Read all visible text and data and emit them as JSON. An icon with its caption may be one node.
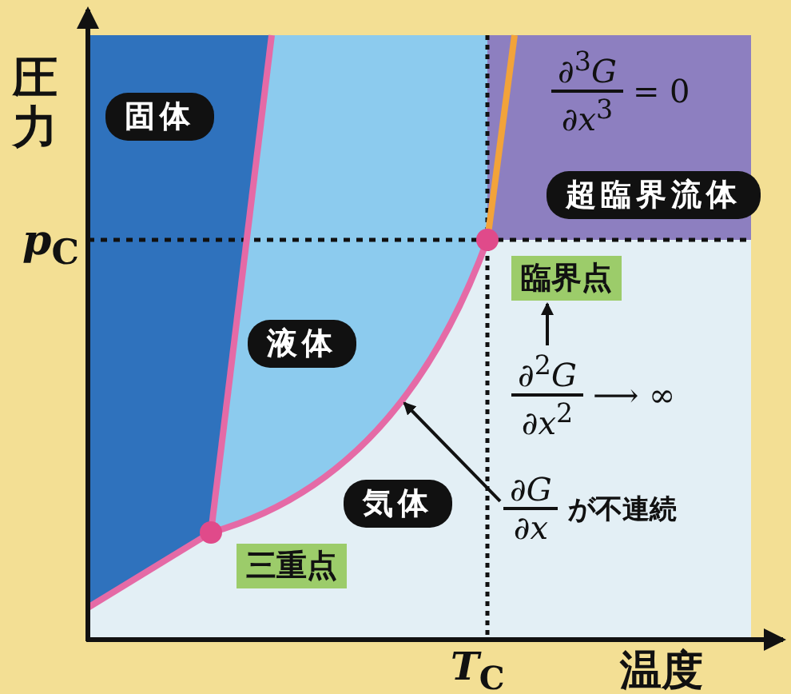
{
  "diagram": {
    "nodes": [
      {
        "text": [
          "固体"
        ]
      },
      {
        "text": [
          "液体"
        ]
      },
      {
        "text": [
          "気体"
        ]
      },
      {
        "text": [
          "超臨界流体"
        ]
      },
      {
        "text": [
          "三重点"
        ]
      },
      {
        "text": [
          "臨界点"
        ]
      },
      {
        "text": [
          "∂$^{3}$*G*",
          "∂*x*$^{3}$",
          "= 0"
        ]
      },
      {
        "text": [
          "∂$^{2}$*G*",
          "∂*x*$^{2}$",
          "⟶ ∞"
        ]
      },
      {
        "text": [
          "∂*G*",
          "∂*x*",
          "が不連続"
        ]
      }
    ],
    "edges": [
      {
        "from": 8,
        "to": null,
        "arrow": "to"
      },
      {
        "from": 7,
        "to": 5,
        "arrow": "to"
      }
    ],
    "labels": [
      "圧力",
      "*p*$_{C}$",
      "*T*$_{C}$",
      "温度"
    ]
  }
}
